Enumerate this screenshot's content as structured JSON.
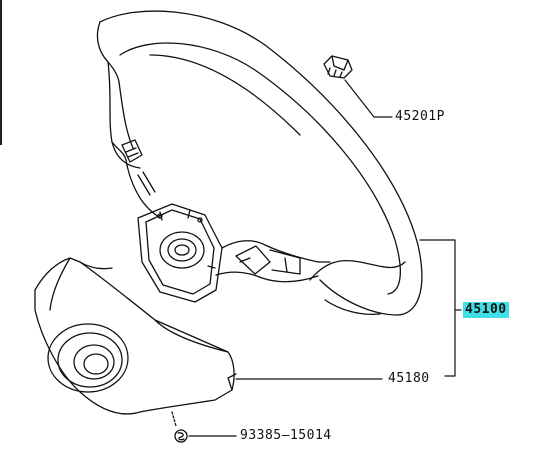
{
  "parts": [
    {
      "id": "45201P",
      "label": "45201P",
      "highlighted": false
    },
    {
      "id": "45100",
      "label": "45100",
      "highlighted": true
    },
    {
      "id": "45180",
      "label": "45180",
      "highlighted": false
    },
    {
      "id": "93385",
      "label": "93385—15014",
      "highlighted": false
    }
  ],
  "colors": {
    "line": "#111111",
    "highlight": "#3ee0e6",
    "background": "#ffffff"
  }
}
